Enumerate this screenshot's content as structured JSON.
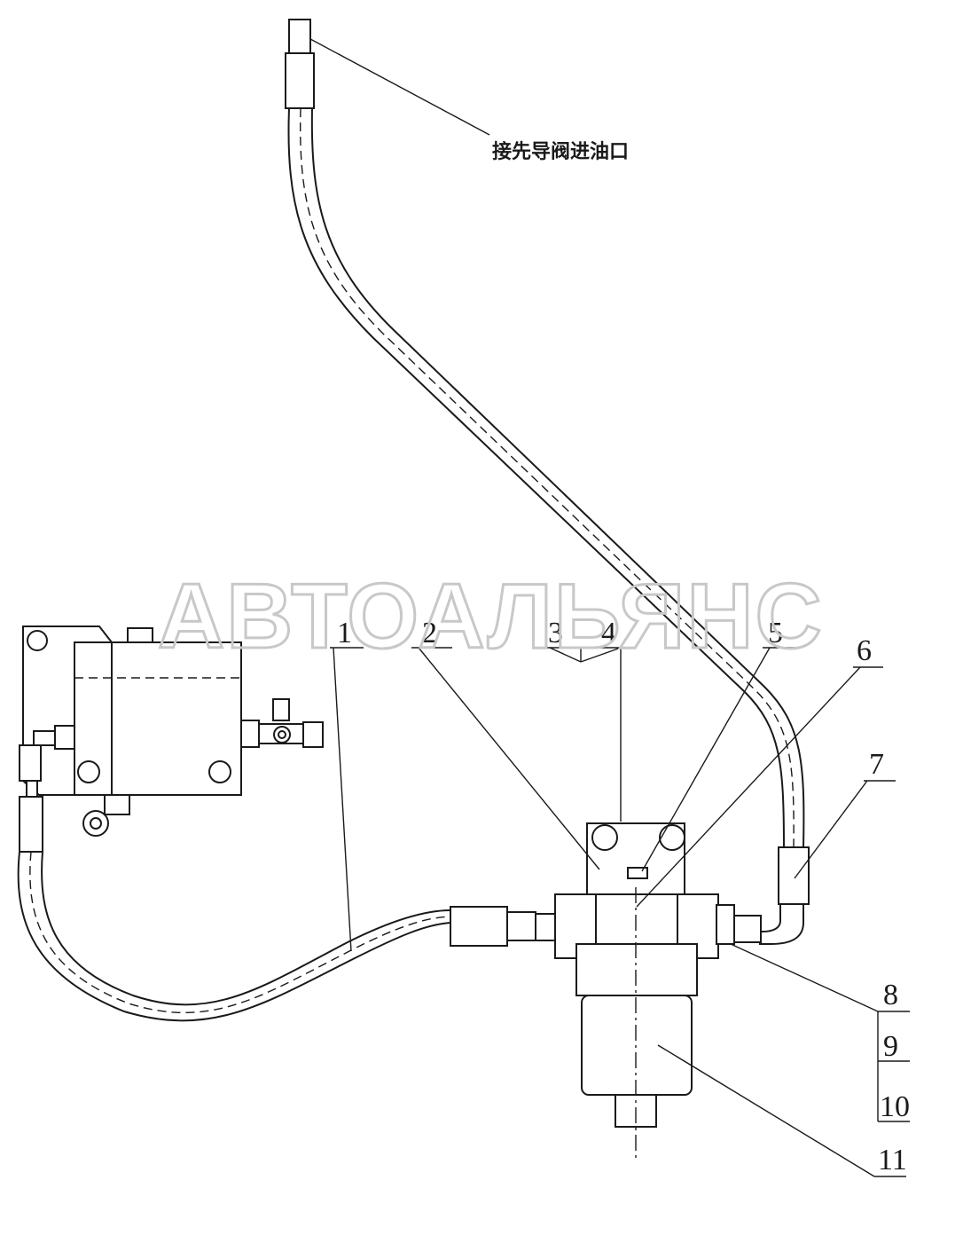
{
  "note": "接先导阀进油口",
  "watermark": "АВТОАЛЬЯНС",
  "callouts": {
    "c1": "1",
    "c2": "2",
    "c3": "3",
    "c4": "4",
    "c5": "5",
    "c6": "6",
    "c7": "7",
    "c8": "8",
    "c9": "9",
    "c10": "10",
    "c11": "11"
  }
}
